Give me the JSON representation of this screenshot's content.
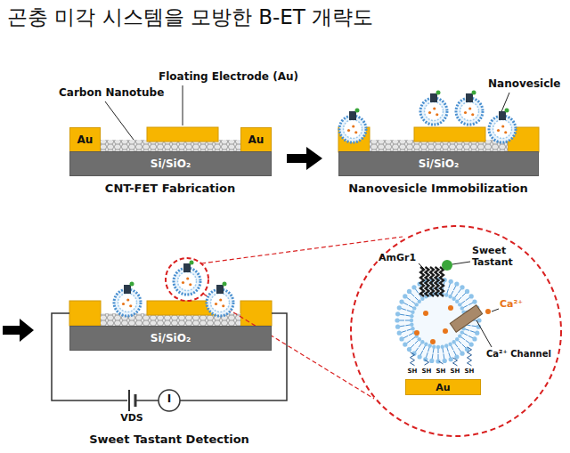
{
  "diagram": {
    "title": "곤충 미각 시스템을 모방한 B-ET 개략도",
    "nodes": [
      {
        "text": [
          "Au"
        ]
      },
      {
        "text": [
          "Au"
        ]
      },
      {
        "text": [
          "Si/SiO₂"
        ]
      },
      {
        "text": [
          "Si/SiO₂"
        ]
      },
      {
        "text": [
          "Si/SiO₂"
        ]
      },
      {
        "text": [
          "Au"
        ]
      }
    ],
    "labels": [
      "Floating Electrode (Au)",
      "Carbon Nanotube",
      "CNT-FET Fabrication",
      "Nanovesicle",
      "Nanovesicle Immobilization",
      "I",
      "VDS",
      "Sweet Tastant Detection",
      "AmGr1",
      "Sweet Tastant",
      "Ca²⁺",
      "Ca²⁺ Channel",
      "SH",
      "SH",
      "SH",
      "SH",
      "SH"
    ]
  }
}
